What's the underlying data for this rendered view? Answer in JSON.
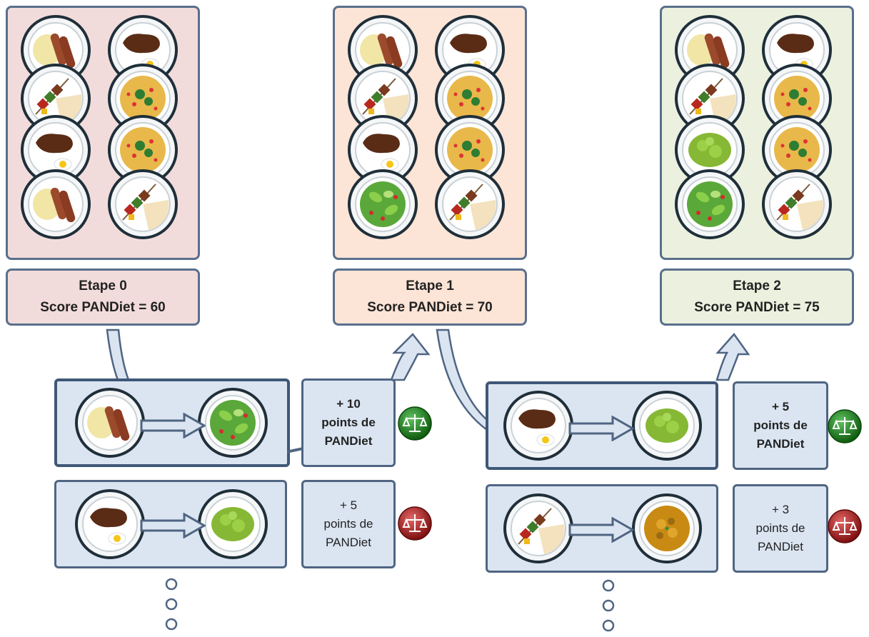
{
  "steps": [
    {
      "title": "Etape 0",
      "score": "Score PANDiet = 60",
      "fill": "#f2dcdb"
    },
    {
      "title": "Etape 1",
      "score": "Score PANDiet = 70",
      "fill": "#fce4d6"
    },
    {
      "title": "Etape 2",
      "score": "Score PANDiet = 75",
      "fill": "#ebf1de"
    }
  ],
  "menus": [
    [
      "sausage-mash",
      "steak-egg",
      "kebab-pita",
      "rice-veg",
      "steak-egg",
      "rice-veg",
      "sausage-mash",
      "kebab-pita"
    ],
    [
      "sausage-mash",
      "steak-egg",
      "kebab-pita",
      "rice-veg",
      "steak-egg",
      "rice-veg",
      "mixed-salad",
      "kebab-pita"
    ],
    [
      "sausage-mash",
      "steak-egg",
      "kebab-pita",
      "rice-veg",
      "green-veg",
      "rice-veg",
      "mixed-salad",
      "kebab-pita"
    ]
  ],
  "swaps": [
    {
      "from": "sausage-mash",
      "to": "mixed-salad",
      "points": [
        "+ 10",
        "points de",
        "PANDiet"
      ],
      "bold": true,
      "badge": "green-balance-icon",
      "badge_color": "#1e7a1e"
    },
    {
      "from": "steak-egg",
      "to": "green-veg",
      "points": [
        "+ 5",
        "points de",
        "PANDiet"
      ],
      "bold": false,
      "badge": "red-balance-icon",
      "badge_color": "#b01c1c"
    },
    {
      "from": "steak-egg",
      "to": "green-veg",
      "points": [
        "+ 5",
        "points de",
        "PANDiet"
      ],
      "bold": true,
      "badge": "green-balance-icon",
      "badge_color": "#1e7a1e"
    },
    {
      "from": "kebab-pita",
      "to": "stew-dish",
      "points": [
        "+ 3",
        "points de",
        "PANDiet"
      ],
      "bold": false,
      "badge": "red-balance-icon",
      "badge_color": "#b01c1c"
    }
  ],
  "colors": {
    "border": "#5a6f8c",
    "panel_fill": "#dbe5f1",
    "arrow_fill": "#dbe5f1",
    "arrow_stroke": "#4f6582"
  }
}
